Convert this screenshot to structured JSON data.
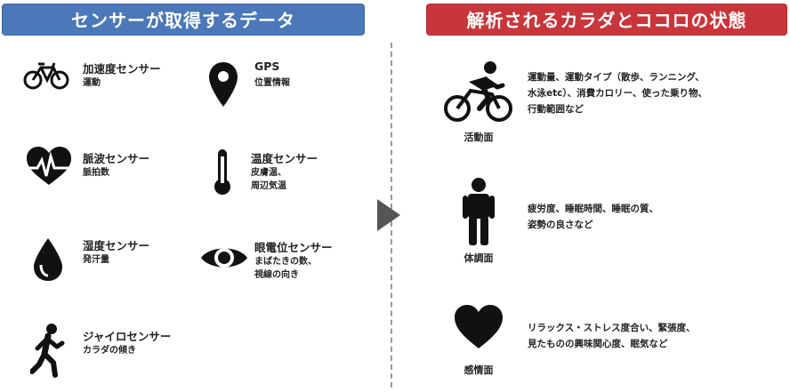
{
  "headers": {
    "left": "センサーが取得するデータ",
    "right": "解析されるカラダとココロの状態"
  },
  "sensors": [
    {
      "title": "加速度センサー",
      "sub": "運動",
      "icon": "bicycle-icon"
    },
    {
      "title": "GPS",
      "sub": "位置情報",
      "icon": "map-pin-icon"
    },
    {
      "title": "脈波センサー",
      "sub": "脈拍数",
      "icon": "heart-pulse-icon"
    },
    {
      "title": "温度センサー",
      "sub": "皮膚温、\n周辺気温",
      "icon": "thermometer-icon"
    },
    {
      "title": "湿度センサー",
      "sub": "発汗量",
      "icon": "drop-icon"
    },
    {
      "title": "眼電位センサー",
      "sub": "まばたきの数、\n視線の向き",
      "icon": "eye-icon"
    },
    {
      "title": "ジャイロセンサー",
      "sub": "カラダの傾き",
      "icon": "walking-person-icon"
    }
  ],
  "aspects": [
    {
      "label": "活動面",
      "desc": "運動量、運動タイプ（散歩、ランニング、\n水泳etc）、消費カロリー、使った乗り物、\n行動範囲など",
      "icon": "cyclist-icon"
    },
    {
      "label": "体調面",
      "desc": "疲労度、睡眠時間、睡眠の質、\n姿勢の良さなど",
      "icon": "person-icon"
    },
    {
      "label": "感情面",
      "desc": "リラックス・ストレス度合い、緊張度、\n見たものの興味関心度、眠気など",
      "icon": "heart-icon"
    }
  ],
  "colors": {
    "left_header": "#4a78b8",
    "right_header": "#c8363b",
    "icon": "#111111"
  }
}
